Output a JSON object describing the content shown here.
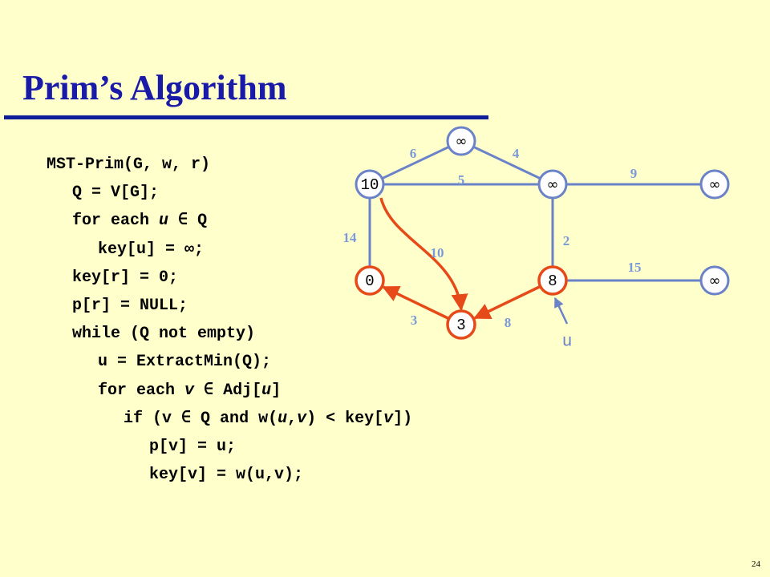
{
  "title": "Prim’s Algorithm",
  "page_number": "24",
  "code": [
    {
      "indent": 0,
      "segments": [
        {
          "t": "MST-Prim(G, w, r)"
        }
      ]
    },
    {
      "indent": 2,
      "segments": [
        {
          "t": "Q = V[G];"
        }
      ]
    },
    {
      "indent": 2,
      "segments": [
        {
          "t": "for each "
        },
        {
          "t": "u",
          "i": true
        },
        {
          "t": " ∈ Q"
        }
      ]
    },
    {
      "indent": 4,
      "segments": [
        {
          "t": "key[u] = ∞;"
        }
      ]
    },
    {
      "indent": 2,
      "segments": [
        {
          "t": "key[r] = 0;"
        }
      ]
    },
    {
      "indent": 2,
      "segments": [
        {
          "t": "p[r] = NULL;"
        }
      ]
    },
    {
      "indent": 2,
      "segments": [
        {
          "t": "while (Q not empty)"
        }
      ]
    },
    {
      "indent": 4,
      "segments": [
        {
          "t": "u = ExtractMin(Q);"
        }
      ]
    },
    {
      "indent": 4,
      "segments": [
        {
          "t": "for each "
        },
        {
          "t": "v",
          "i": true
        },
        {
          "t": " ∈ Adj["
        },
        {
          "t": "u",
          "i": true
        },
        {
          "t": "]"
        }
      ]
    },
    {
      "indent": 6,
      "segments": [
        {
          "t": "if (v ∈ Q and w("
        },
        {
          "t": "u",
          "i": true
        },
        {
          "t": ","
        },
        {
          "t": "v",
          "i": true
        },
        {
          "t": ") < key["
        },
        {
          "t": "v",
          "i": true
        },
        {
          "t": "])"
        }
      ]
    },
    {
      "indent": 8,
      "segments": [
        {
          "t": "p[v] = u;"
        }
      ]
    },
    {
      "indent": 8,
      "segments": [
        {
          "t": "key[v] = w(u,v);"
        }
      ]
    }
  ],
  "graph": {
    "nodes": [
      {
        "id": "n-top",
        "key": "∞"
      },
      {
        "id": "n-left",
        "key": "10"
      },
      {
        "id": "n-mid",
        "key": "∞"
      },
      {
        "id": "n-right",
        "key": "∞"
      },
      {
        "id": "n-zero",
        "key": "0"
      },
      {
        "id": "n-bottom",
        "key": "3"
      },
      {
        "id": "n-eight",
        "key": "8"
      },
      {
        "id": "n-far-right",
        "key": "∞"
      }
    ],
    "edges": [
      {
        "from": "n-left",
        "to": "n-top",
        "weight": "6",
        "tree": false
      },
      {
        "from": "n-top",
        "to": "n-mid",
        "weight": "4",
        "tree": false
      },
      {
        "from": "n-left",
        "to": "n-mid",
        "weight": "5",
        "tree": false
      },
      {
        "from": "n-mid",
        "to": "n-right",
        "weight": "9",
        "tree": false
      },
      {
        "from": "n-left",
        "to": "n-zero",
        "weight": "14",
        "tree": false
      },
      {
        "from": "n-mid",
        "to": "n-eight",
        "weight": "2",
        "tree": false
      },
      {
        "from": "n-eight",
        "to": "n-far-right",
        "weight": "15",
        "tree": false
      },
      {
        "from": "n-left",
        "to": "n-bottom",
        "weight": "10",
        "tree": true
      },
      {
        "from": "n-bottom",
        "to": "n-zero",
        "weight": "3",
        "tree": true
      },
      {
        "from": "n-eight",
        "to": "n-bottom",
        "weight": "8",
        "tree": true
      }
    ],
    "current_vertex_label": "u",
    "current_vertex": "n-eight",
    "colors": {
      "edge": "#6A82C8",
      "tree_edge": "#E64A19",
      "weight": "#7A9AD8",
      "title": "#1A1AA8",
      "background": "#FFFFCC"
    }
  }
}
